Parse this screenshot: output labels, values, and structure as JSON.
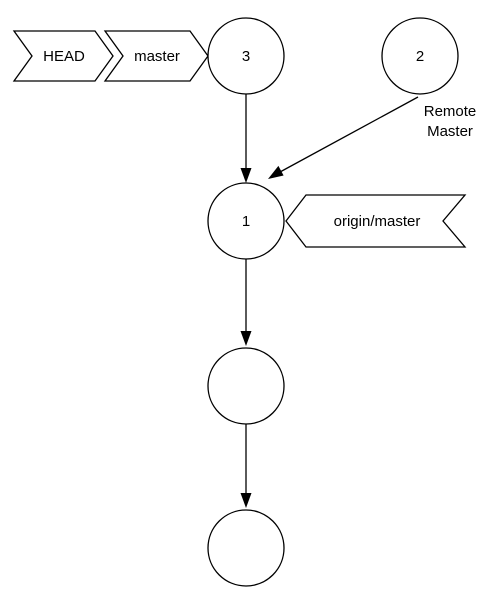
{
  "nodes": {
    "commit_3": {
      "label": "3"
    },
    "commit_2": {
      "label": "2"
    },
    "commit_1": {
      "label": "1"
    },
    "commit_empty_a": {
      "label": ""
    },
    "commit_empty_b": {
      "label": ""
    }
  },
  "tags": {
    "head": {
      "label": "HEAD"
    },
    "master": {
      "label": "master"
    },
    "origin_master": {
      "label": "origin/master"
    }
  },
  "annotations": {
    "remote_master_line1": "Remote",
    "remote_master_line2": "Master"
  },
  "colors": {
    "stroke": "#000000",
    "fill": "#ffffff",
    "text": "#000000"
  }
}
